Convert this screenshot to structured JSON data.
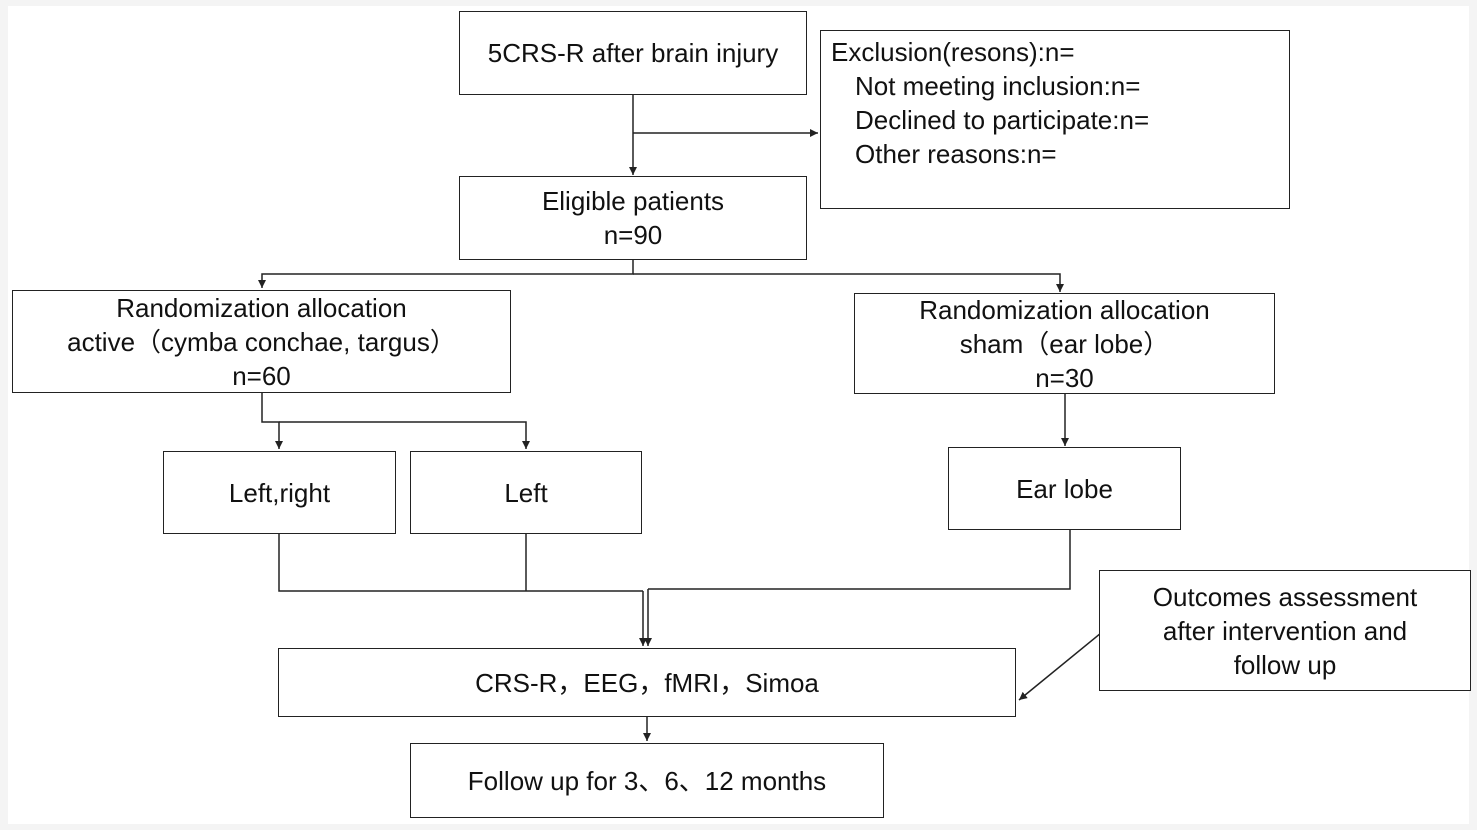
{
  "flowchart": {
    "start": {
      "text": "5CRS-R after brain injury"
    },
    "exclusion": {
      "title": "Exclusion(resons):n=",
      "lines": [
        "Not meeting inclusion:n=",
        "Declined to participate:n=",
        "Other reasons:n="
      ]
    },
    "eligible": {
      "line1": "Eligible patients",
      "line2": "n=90"
    },
    "active": {
      "line1": "Randomization allocation",
      "line2": "active（cymba conchae, targus）",
      "line3": "n=60"
    },
    "sham": {
      "line1": "Randomization allocation",
      "line2": "sham（ear lobe）",
      "line3": "n=30"
    },
    "left_right": {
      "text": "Left,right"
    },
    "left": {
      "text": "Left"
    },
    "ear_lobe": {
      "text": "Ear lobe"
    },
    "measures": {
      "text": "CRS-R，EEG，fMRI，Simoa"
    },
    "outcomes": {
      "line1": "Outcomes assessment",
      "line2": "after intervention and",
      "line3": "follow up"
    },
    "followup": {
      "text": "Follow up for 3、6、12 months"
    }
  }
}
